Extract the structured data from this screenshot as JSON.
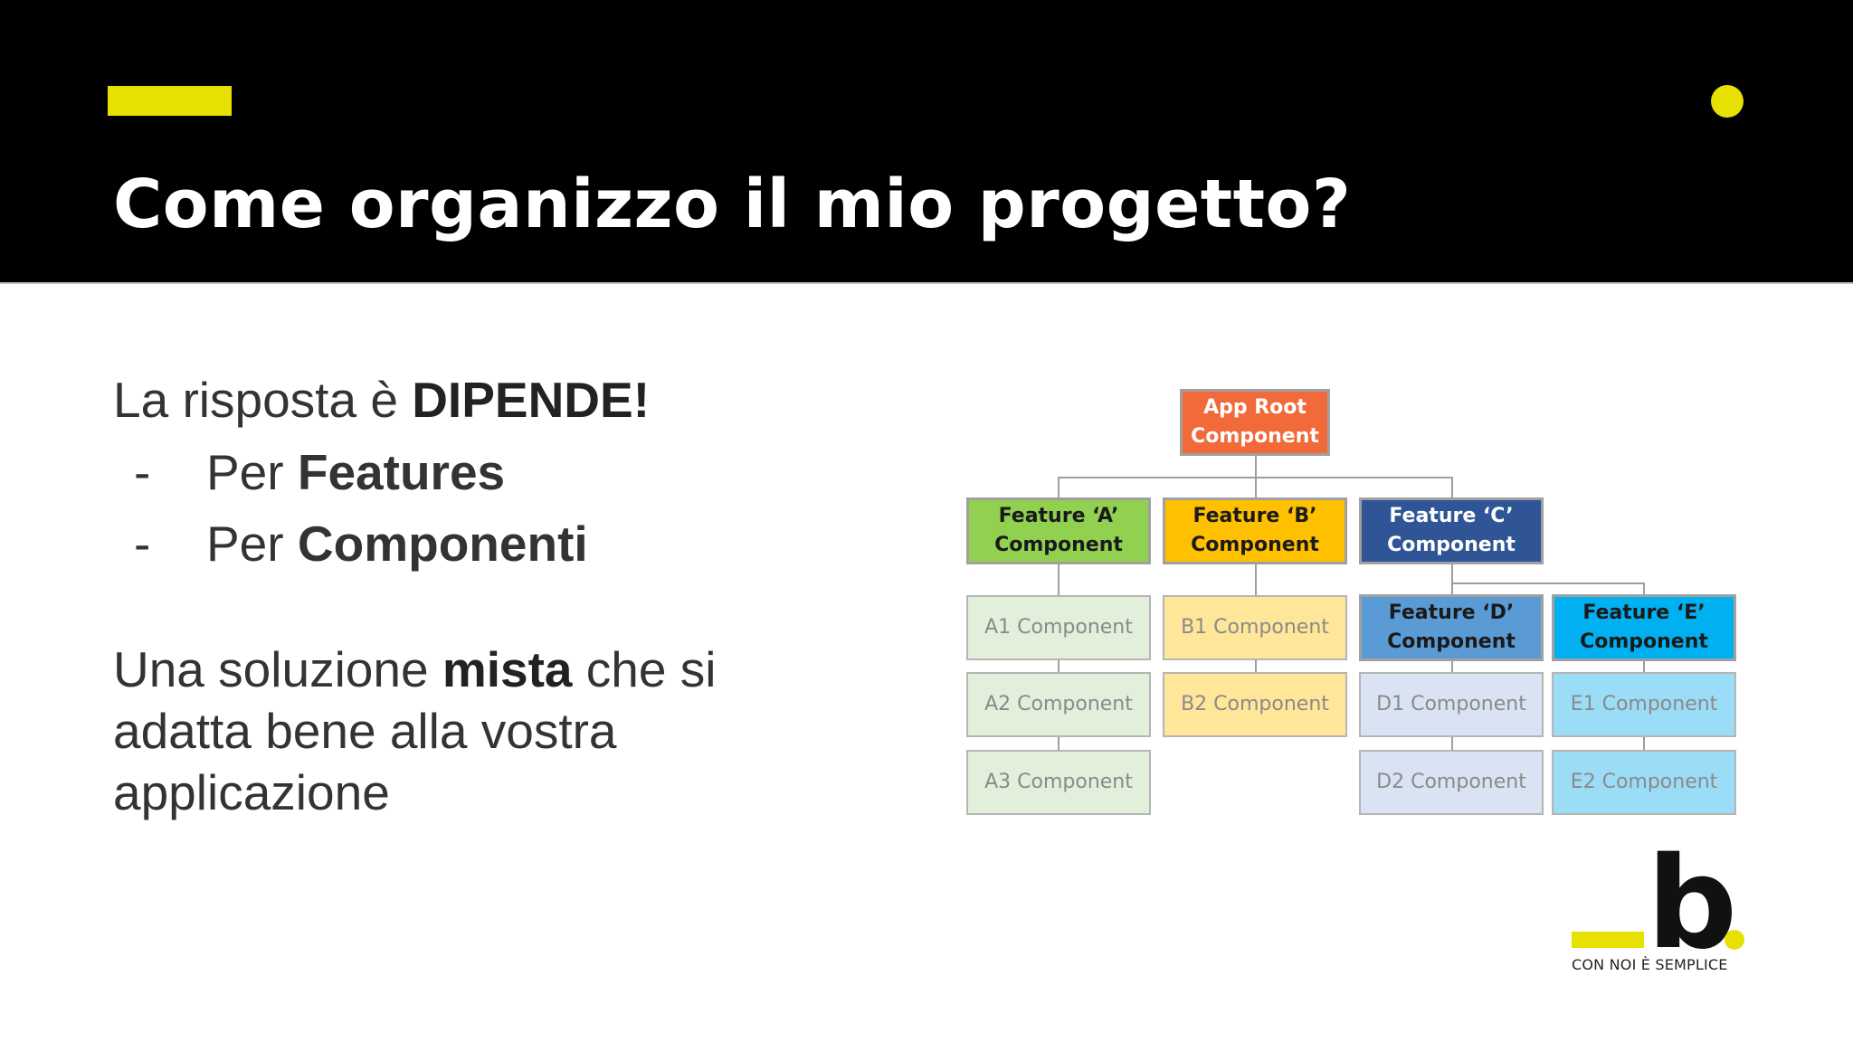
{
  "slide": {
    "title": "Come organizzo il mio progetto?",
    "intro": {
      "prefix": "La risposta è ",
      "emphasis": "DIPENDE!"
    },
    "bullets": [
      {
        "dash": "-",
        "prefix": "Per ",
        "emphasis": "Features"
      },
      {
        "dash": "-",
        "prefix": "Per ",
        "emphasis": "Componenti"
      }
    ],
    "conclusion": {
      "prefix": "Una soluzione ",
      "emphasis": "mista",
      "suffix": " che si adatta bene alla vostra applicazione"
    }
  },
  "diagram": {
    "root": {
      "line1": "App Root",
      "line2": "Component",
      "color": "#f26a3a"
    },
    "features": [
      {
        "line1": "Feature ‘A’",
        "line2": "Component",
        "color": "#92d050",
        "text_color": "#1a1a1a"
      },
      {
        "line1": "Feature ‘B’",
        "line2": "Component",
        "color": "#ffc000",
        "text_color": "#1a1a1a"
      },
      {
        "line1": "Feature ‘C’",
        "line2": "Component",
        "color": "#2f5597",
        "text_color": "#ffffff"
      },
      {
        "line1": "Feature ‘D’",
        "line2": "Component",
        "color": "#5b9bd5",
        "text_color": "#1a1a1a"
      },
      {
        "line1": "Feature ‘E’",
        "line2": "Component",
        "color": "#00b0f0",
        "text_color": "#1a1a1a"
      }
    ],
    "components": {
      "a": [
        "A1 Component",
        "A2 Component",
        "A3 Component"
      ],
      "b": [
        "B1 Component",
        "B2 Component"
      ],
      "d": [
        "D1 Component",
        "D2 Component"
      ],
      "e": [
        "E1 Component",
        "E2 Component"
      ]
    },
    "component_colors": {
      "a": "#e2efda",
      "b": "#ffe699",
      "d": "#dae3f3",
      "e": "#9bdcf7"
    }
  },
  "logo": {
    "letter": "b",
    "tagline": "CON NOI È SEMPLICE",
    "accent": "#e8e000"
  },
  "colors": {
    "header_bg": "#000000",
    "accent": "#e8e000",
    "title": "#ffffff",
    "body_text": "#333333"
  }
}
